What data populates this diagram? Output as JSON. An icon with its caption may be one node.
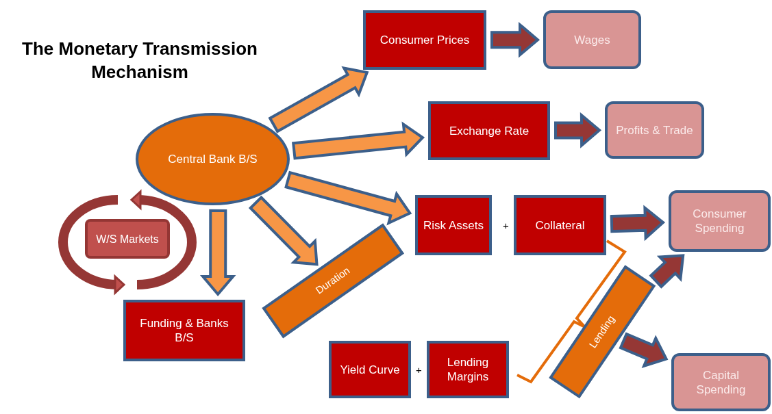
{
  "diagram": {
    "title": "The Monetary Transmission Mechanism",
    "nodes": [
      {
        "text": [
          "Central Bank B/S"
        ]
      },
      {
        "text": [
          "Consumer Prices"
        ]
      },
      {
        "text": [
          "Wages"
        ]
      },
      {
        "text": [
          "Exchange Rate"
        ]
      },
      {
        "text": [
          "Profits & Trade"
        ]
      },
      {
        "text": [
          "Risk Assets"
        ]
      },
      {
        "text": [
          "Collateral"
        ]
      },
      {
        "text": [
          "Consumer Spending"
        ]
      },
      {
        "text": [
          "W/S Markets"
        ]
      },
      {
        "text": [
          "Funding & Banks B/S"
        ]
      },
      {
        "text": [
          "Duration"
        ]
      },
      {
        "text": [
          "Yield Curve"
        ]
      },
      {
        "text": [
          "Lending Margins"
        ]
      },
      {
        "text": [
          "Lending"
        ]
      },
      {
        "text": [
          "Capital Spending"
        ]
      }
    ],
    "edges": [
      {
        "from": 0,
        "to": 1,
        "arrow": "to",
        "style": "thick",
        "color": "#f79646"
      },
      {
        "from": 0,
        "to": 3,
        "arrow": "to",
        "style": "thick",
        "color": "#f79646"
      },
      {
        "from": 0,
        "to": 5,
        "arrow": "to",
        "style": "thick",
        "color": "#f79646"
      },
      {
        "from": 0,
        "to": 10,
        "arrow": "to",
        "style": "thick",
        "color": "#f79646"
      },
      {
        "from": 0,
        "to": 9,
        "arrow": "to",
        "style": "thick",
        "color": "#f79646"
      },
      {
        "from": 1,
        "to": 2,
        "arrow": "to",
        "style": "thick",
        "color": "#953735"
      },
      {
        "from": 3,
        "to": 4,
        "arrow": "to",
        "style": "thick",
        "color": "#953735"
      },
      {
        "from": 6,
        "to": 7,
        "arrow": "to",
        "style": "thick",
        "color": "#953735"
      },
      {
        "from": 13,
        "to": 7,
        "arrow": "to",
        "style": "thick",
        "color": "#953735"
      },
      {
        "from": 13,
        "to": 14,
        "arrow": "to",
        "style": "thick",
        "color": "#953735"
      }
    ],
    "labels": [
      "+",
      "+"
    ]
  }
}
